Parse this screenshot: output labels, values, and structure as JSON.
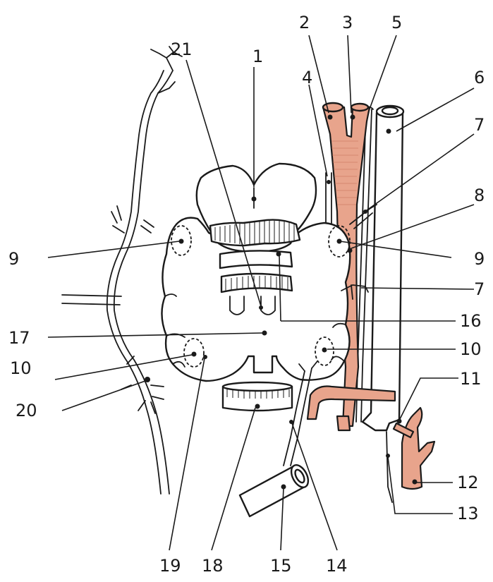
{
  "colors": {
    "artery_fill": "#e8a48c",
    "line": "#1a1a1a",
    "background": "#ffffff"
  },
  "labels": {
    "l1": "1",
    "l2": "2",
    "l3": "3",
    "l4": "4",
    "l5": "5",
    "l6": "6",
    "l7_upper": "7",
    "l7_lower": "7",
    "l8": "8",
    "l9_left": "9",
    "l9_right": "9",
    "l10_left": "10",
    "l10_right": "10",
    "l11": "11",
    "l12": "12",
    "l13": "13",
    "l14": "14",
    "l15": "15",
    "l16": "16",
    "l17": "17",
    "l18": "18",
    "l19": "19",
    "l20": "20",
    "l21": "21"
  }
}
